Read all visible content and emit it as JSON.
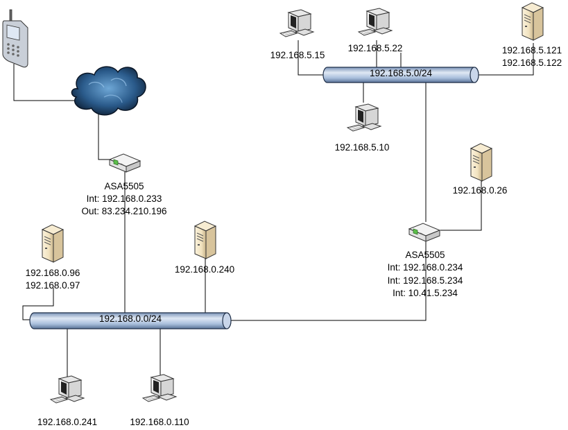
{
  "networks": {
    "lan_5": {
      "label": "192.168.5.0/24"
    },
    "lan_0": {
      "label": "192.168.0.0/24"
    }
  },
  "devices": {
    "pc_5_15": {
      "icon": "workstation-icon",
      "ip": "192.168.5.15"
    },
    "pc_5_22": {
      "icon": "workstation-icon",
      "ip": "192.168.5.22"
    },
    "srv_5_121": {
      "icon": "server-icon",
      "ip1": "192.168.5.121",
      "ip2": "192.168.5.122"
    },
    "pc_5_10": {
      "icon": "workstation-icon",
      "ip": "192.168.5.10"
    },
    "srv_0_26": {
      "icon": "server-icon",
      "ip": "192.168.0.26"
    },
    "fw_right": {
      "icon": "firewall-icon",
      "name": "ASA5505",
      "line1": "Int: 192.168.0.234",
      "line2": "Int: 192.168.5.234",
      "line3": "Int: 10.41.5.234"
    },
    "fw_left": {
      "icon": "firewall-icon",
      "name": "ASA5505",
      "line1": "Int: 192.168.0.233",
      "line2": "Out: 83.234.210.196"
    },
    "srv_0_96": {
      "icon": "server-icon",
      "ip1": "192.168.0.96",
      "ip2": "192.168.0.97"
    },
    "srv_0_240": {
      "icon": "server-icon",
      "ip": "192.168.0.240"
    },
    "pc_0_241": {
      "icon": "workstation-icon",
      "ip": "192.168.0.241"
    },
    "pc_0_110": {
      "icon": "workstation-icon",
      "ip": "192.168.0.110"
    },
    "phone": {
      "icon": "mobile-phone-icon"
    },
    "internet": {
      "icon": "cloud-icon"
    }
  },
  "colors": {
    "pipe": "#a9bfdc",
    "pipe_dark": "#4a6890",
    "cloud": "#1a3a5c",
    "server": "#f1e2bf"
  }
}
